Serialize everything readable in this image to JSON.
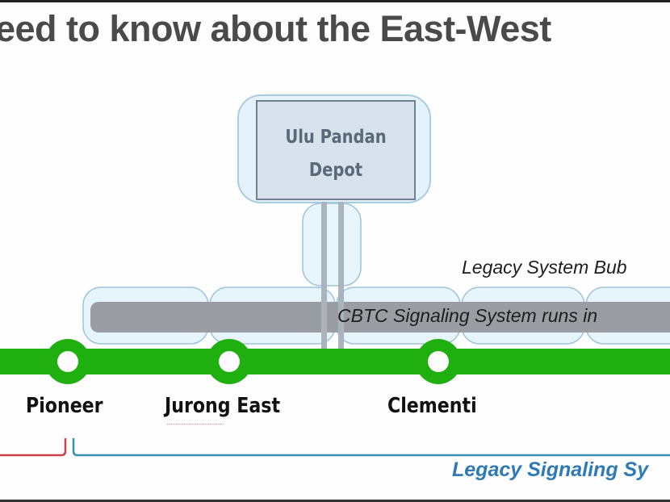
{
  "title": "eed to know about the East-West",
  "depot": {
    "label": "Ulu Pandan Depot"
  },
  "labels": {
    "legacy_system_bubble": "Legacy System Bub",
    "cbtc": "CBTC Signaling System runs in",
    "legacy_signaling": "Legacy Signaling Sy"
  },
  "stations": [
    {
      "name": "Pioneer"
    },
    {
      "name": "Jurong East"
    },
    {
      "name": "Clementi"
    }
  ],
  "colors": {
    "line_green": "#1fb00f",
    "bubble_outline": "#9fc4dc",
    "bubble_fill": "#ddf0fa",
    "cbtc_bar": "#9a9ea3",
    "depot_fill": "#d7e2ec",
    "bracket_red": "#c9424a",
    "bracket_blue": "#3a8fb0",
    "legacy_text": "#2e79b6"
  }
}
